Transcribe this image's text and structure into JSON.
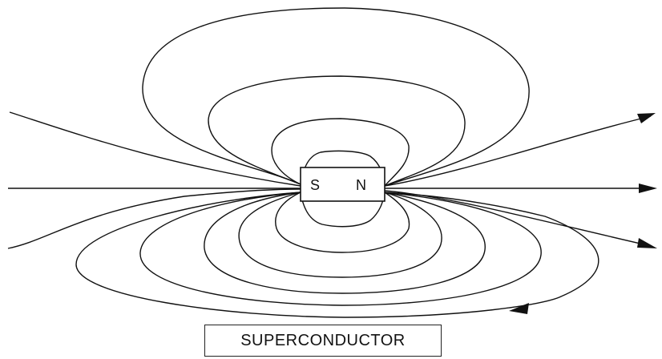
{
  "diagram": {
    "magnet": {
      "south_label": "S",
      "north_label": "N"
    },
    "superconductor": {
      "label": "SUPERCONDUCTOR"
    },
    "colors": {
      "line": "#111111",
      "background": "#ffffff"
    }
  }
}
